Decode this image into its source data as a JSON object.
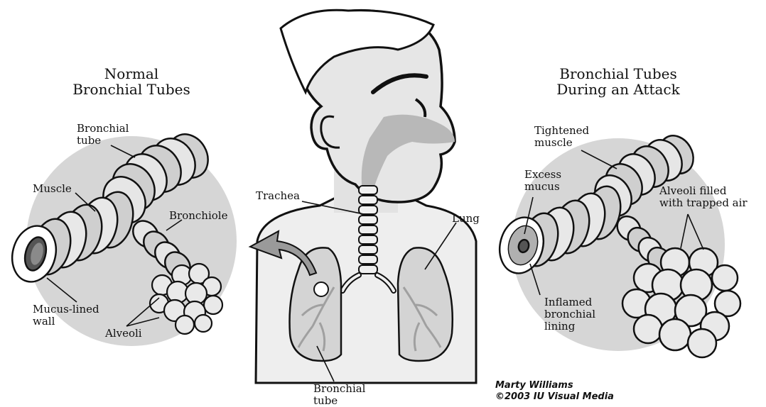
{
  "titles": {
    "left": "Normal\nBronchial Tubes",
    "right": "Bronchial Tubes\nDuring an Attack"
  },
  "labels": {
    "bronchial_tube_left": "Bronchial\ntube",
    "muscle": "Muscle",
    "bronchiole": "Bronchiole",
    "mucus_lined_wall": "Mucus-lined\nwall",
    "alveoli": "Alveoli",
    "trachea": "Trachea",
    "lung": "Lung",
    "bronchial_tube_bottom": "Bronchial\ntube",
    "tightened_muscle": "Tightened\nmuscle",
    "excess_mucus": "Excess\nmucus",
    "alveoli_trapped_air": "Alveoli filled\nwith trapped air",
    "inflamed_lining": "Inflamed\nbronchial\nlining"
  },
  "credit": {
    "author": "Marty Williams",
    "copyright": "©2003 IU Visual Media"
  },
  "colors": {
    "ink": "#111111",
    "background_disc": "#d6d6d6",
    "light_gray": "#e9e9e9",
    "mid_gray": "#bdbdbd",
    "dark_gray": "#8a8a8a"
  }
}
